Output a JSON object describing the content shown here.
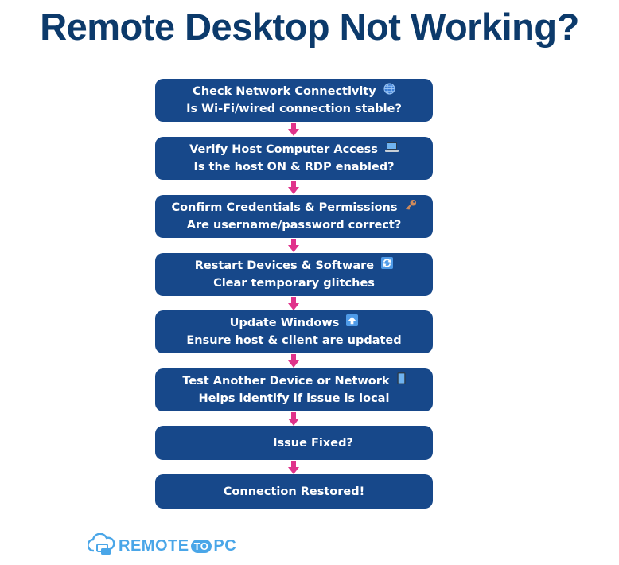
{
  "title": "Remote Desktop Not Working?",
  "colors": {
    "title": "#0c3a6b",
    "box": "#17488a",
    "arrow": "#e0338b",
    "logo": "#4aa6e8"
  },
  "steps": [
    {
      "line1": "Check Network Connectivity",
      "icon": "globe-icon",
      "line2": "Is Wi-Fi/wired connection stable?"
    },
    {
      "line1": "Verify Host Computer Access",
      "icon": "laptop-icon",
      "line2": "Is the host ON & RDP enabled?"
    },
    {
      "line1": "Confirm Credentials & Permissions",
      "icon": "key-icon",
      "line2": "Are username/password correct?"
    },
    {
      "line1": "Restart Devices & Software",
      "icon": "refresh-icon",
      "line2": "Clear temporary glitches"
    },
    {
      "line1": "Update Windows",
      "icon": "up-arrow-icon",
      "line2": "Ensure host & client are updated"
    },
    {
      "line1": "Test Another Device or Network",
      "icon": "mobile-phone-icon",
      "line2": "Helps identify if issue is local"
    },
    {
      "line1": "Issue Fixed?"
    },
    {
      "line1": "Connection Restored!"
    }
  ],
  "logo": {
    "part1": "REMOTE",
    "part2": "TO",
    "part3": "PC"
  }
}
